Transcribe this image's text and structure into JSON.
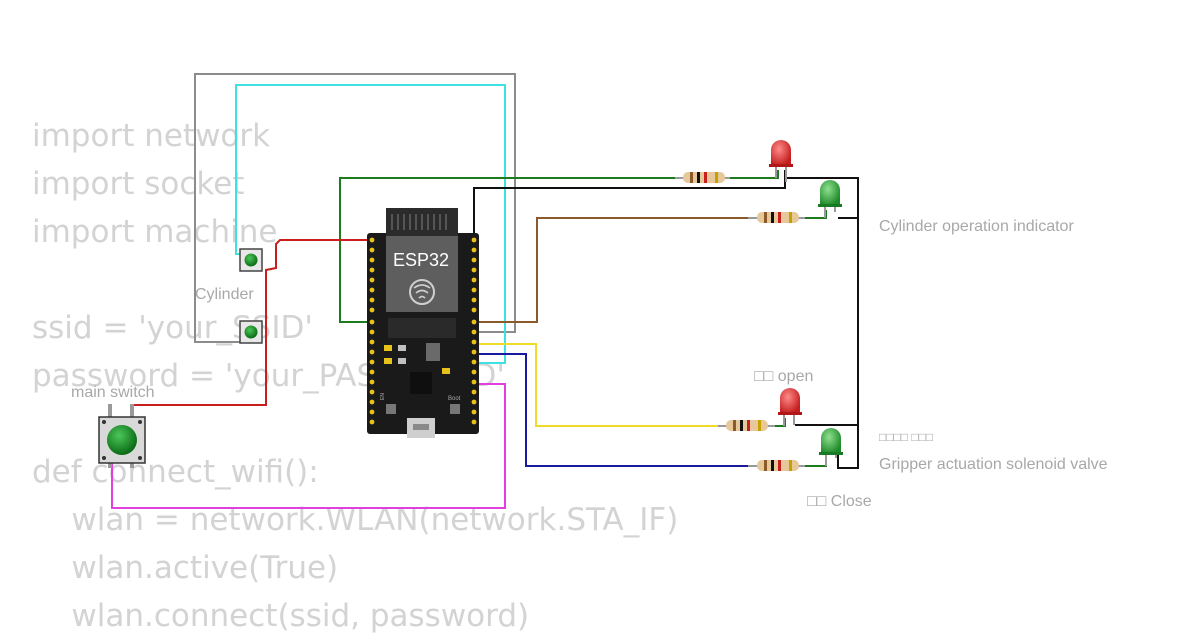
{
  "code_lines": [
    "import network",
    "import socket",
    "import machine",
    "",
    "ssid = 'your_SSID'",
    "password = 'your_PASSWORD'",
    "",
    "def connect_wifi():",
    "    wlan = network.WLAN(network.STA_IF)",
    "    wlan.active(True)",
    "    wlan.connect(ssid, password)"
  ],
  "labels": {
    "cylinder": "Cylinder",
    "main_switch": "main switch",
    "cylinder_indicator": "Cylinder operation indicator",
    "open": "□□ open",
    "korean_note": "□□□□ □□□",
    "gripper_valve": "Gripper actuation solenoid valve",
    "close": "□□ Close"
  },
  "board": {
    "name": "ESP32",
    "boot_label": "Boot",
    "en_label": "EN"
  },
  "colors": {
    "wire_gray": "#8c8c8c",
    "wire_cyan": "#3fe0e0",
    "wire_green": "#1e7a1e",
    "wire_black": "#111111",
    "wire_brown": "#8b5a2b",
    "wire_red": "#c81e1e",
    "wire_yellow": "#f0dc28",
    "wire_blue": "#1a1aa0",
    "wire_magenta": "#e040e0",
    "led_red": "#e53030",
    "led_green": "#2fa53a",
    "board_body": "#1a1a1a",
    "pin_gold": "#e8c21a"
  },
  "icons": [
    "wifi-icon",
    "pushbutton-icon",
    "led-icon",
    "resistor-icon",
    "usb-port-icon"
  ]
}
